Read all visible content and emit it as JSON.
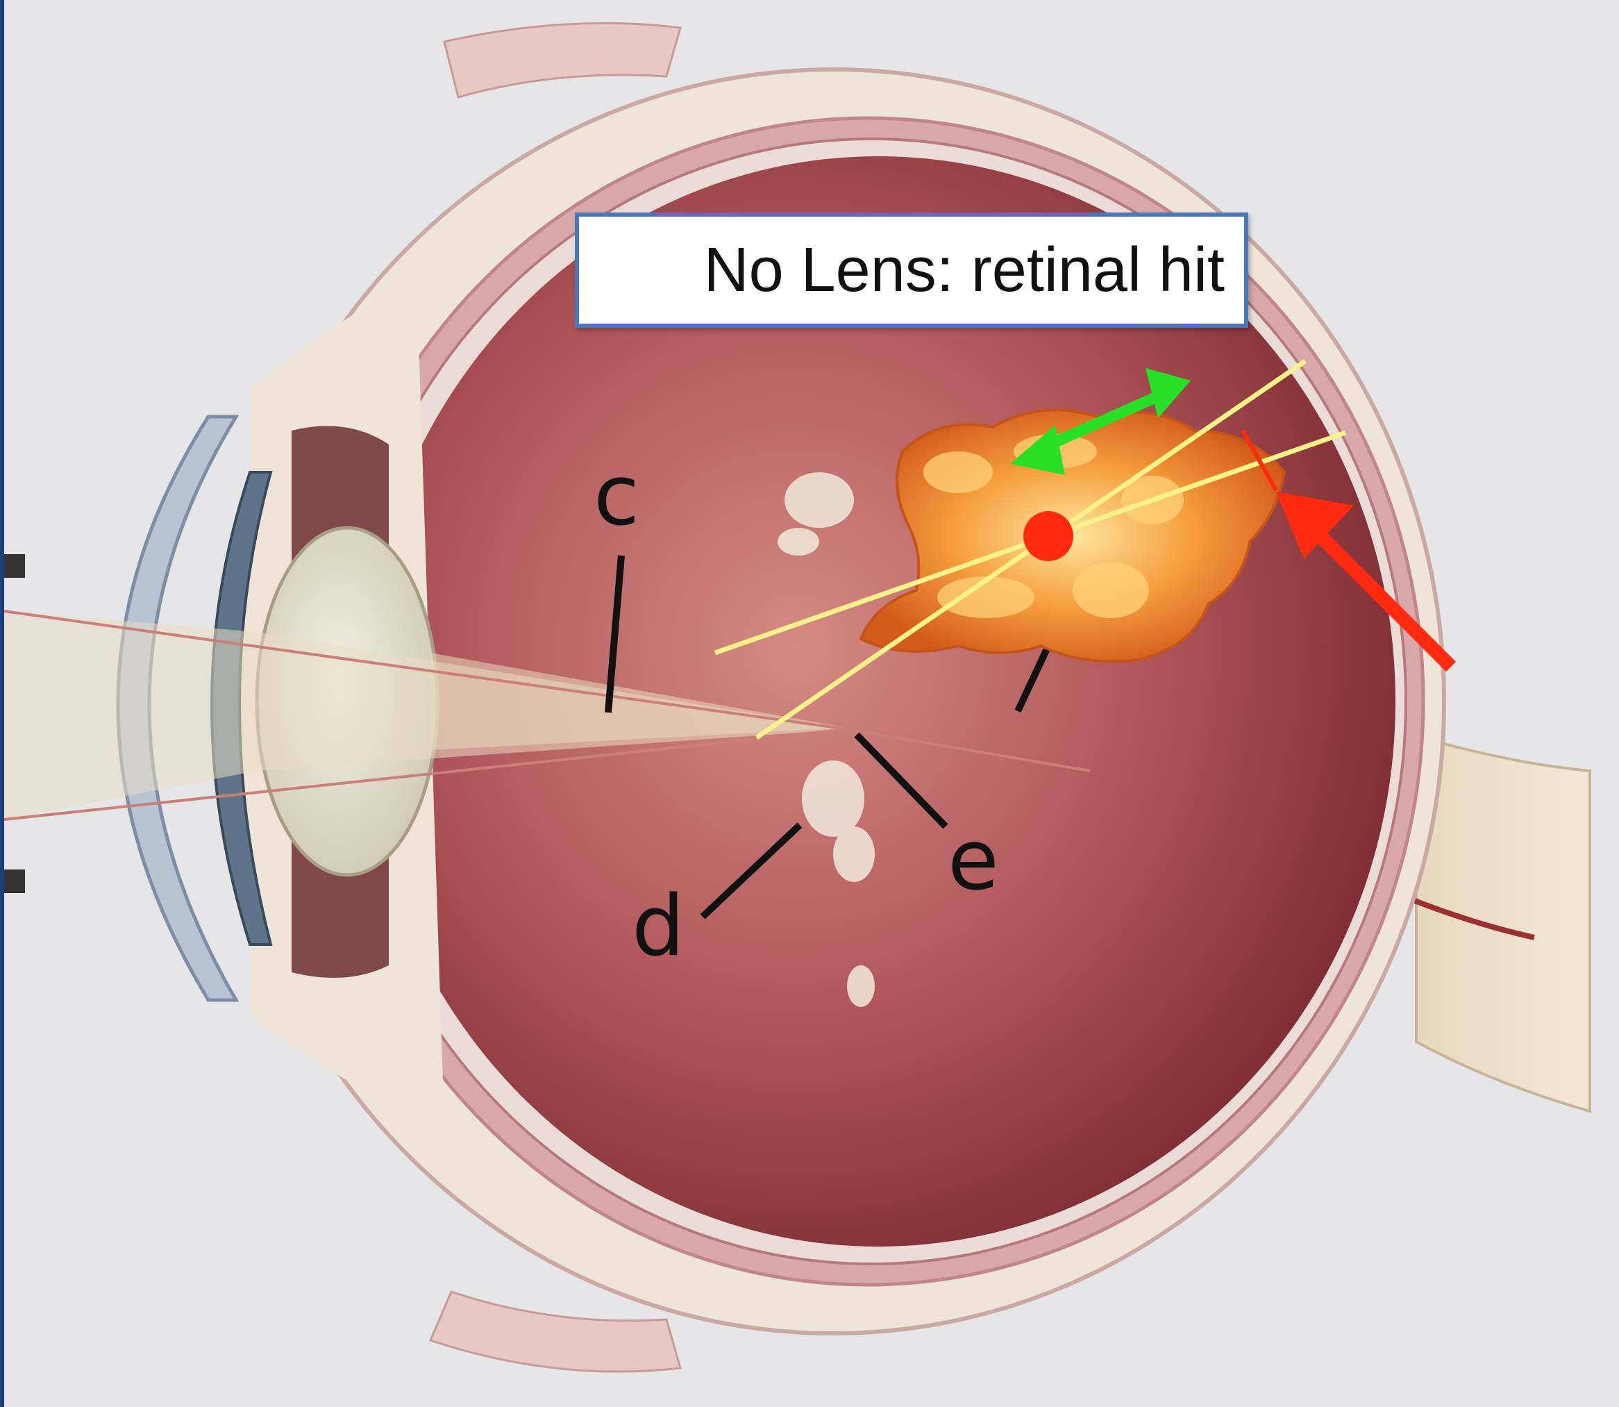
{
  "diagram": {
    "labels": {
      "c": "c",
      "d": "d",
      "e": "e"
    },
    "callout": {
      "text": "No Lens: retinal hit"
    },
    "markers": {
      "impact_point": "red dot",
      "pointer_arrow": "red arrow",
      "spread_arrow": "green double-headed arrow",
      "burn": "flame burst"
    },
    "colors": {
      "background": "#e6e6e8",
      "sclera": "#e8ddd0",
      "vitreous": "#a8484c",
      "retina_edge": "#7a2a30",
      "lens": "#e6e3d0",
      "cornea": "#b8c4d4",
      "light_path": "#ead9c0",
      "yellow_lines": "#f7f28a",
      "red_marker": "#ff2a10",
      "green_arrow": "#28e028",
      "flame": "#f08a28",
      "callout_border": "#4a78b4",
      "left_frame": "#1f3f78"
    }
  }
}
